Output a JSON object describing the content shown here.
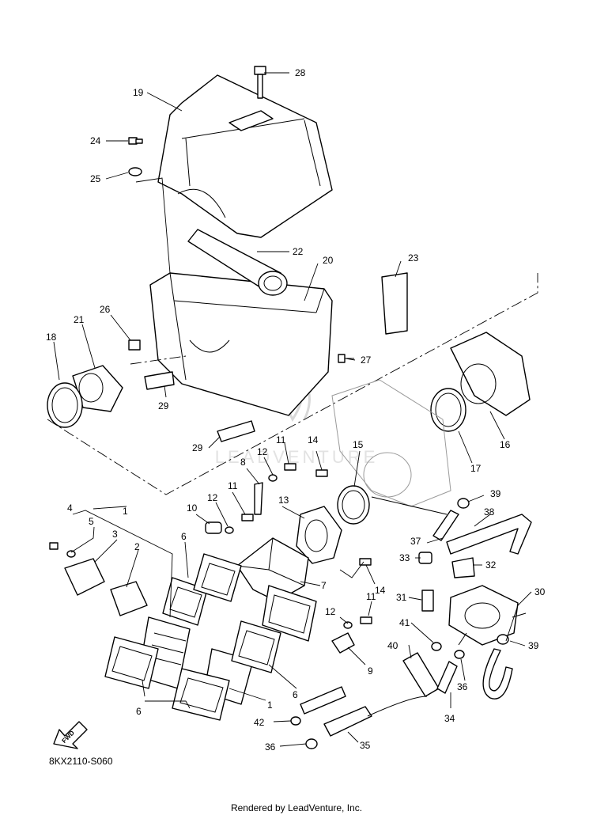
{
  "diagram": {
    "code": "8KX2110-S060",
    "fwd_label": "FWD",
    "watermark": "LEADVENTURE",
    "callouts": [
      {
        "id": "c28a",
        "label": "28"
      },
      {
        "id": "c19",
        "label": "19"
      },
      {
        "id": "c24",
        "label": "24"
      },
      {
        "id": "c25",
        "label": "25"
      },
      {
        "id": "c22",
        "label": "22"
      },
      {
        "id": "c20",
        "label": "20"
      },
      {
        "id": "c23",
        "label": "23"
      },
      {
        "id": "c26",
        "label": "26"
      },
      {
        "id": "c21",
        "label": "21"
      },
      {
        "id": "c18",
        "label": "18"
      },
      {
        "id": "c27",
        "label": "27"
      },
      {
        "id": "c29a",
        "label": "29"
      },
      {
        "id": "c29b",
        "label": "29"
      },
      {
        "id": "c16",
        "label": "16"
      },
      {
        "id": "c17",
        "label": "17"
      },
      {
        "id": "c15",
        "label": "15"
      },
      {
        "id": "c14a",
        "label": "14"
      },
      {
        "id": "c11a",
        "label": "11"
      },
      {
        "id": "c12a",
        "label": "12"
      },
      {
        "id": "c8",
        "label": "8"
      },
      {
        "id": "c11b",
        "label": "11"
      },
      {
        "id": "c12b",
        "label": "12"
      },
      {
        "id": "c10",
        "label": "10"
      },
      {
        "id": "c13",
        "label": "13"
      },
      {
        "id": "c4",
        "label": "4"
      },
      {
        "id": "c1a",
        "label": "1"
      },
      {
        "id": "c5",
        "label": "5"
      },
      {
        "id": "c3",
        "label": "3"
      },
      {
        "id": "c2",
        "label": "2"
      },
      {
        "id": "c6a",
        "label": "6"
      },
      {
        "id": "c7",
        "label": "7"
      },
      {
        "id": "c14b",
        "label": "14"
      },
      {
        "id": "c11c",
        "label": "11"
      },
      {
        "id": "c12c",
        "label": "12"
      },
      {
        "id": "c9",
        "label": "9"
      },
      {
        "id": "c6b",
        "label": "6"
      },
      {
        "id": "c1b",
        "label": "1"
      },
      {
        "id": "c6c",
        "label": "6"
      },
      {
        "id": "c39a",
        "label": "39"
      },
      {
        "id": "c38",
        "label": "38"
      },
      {
        "id": "c37",
        "label": "37"
      },
      {
        "id": "c33",
        "label": "33"
      },
      {
        "id": "c32",
        "label": "32"
      },
      {
        "id": "c31",
        "label": "31"
      },
      {
        "id": "c30",
        "label": "30"
      },
      {
        "id": "c41",
        "label": "41"
      },
      {
        "id": "c39b",
        "label": "39"
      },
      {
        "id": "c40",
        "label": "40"
      },
      {
        "id": "c36a",
        "label": "36"
      },
      {
        "id": "c34",
        "label": "34"
      },
      {
        "id": "c42",
        "label": "42"
      },
      {
        "id": "c35",
        "label": "35"
      },
      {
        "id": "c36b",
        "label": "36"
      }
    ]
  },
  "footer": {
    "text": "Rendered by LeadVenture, Inc."
  }
}
